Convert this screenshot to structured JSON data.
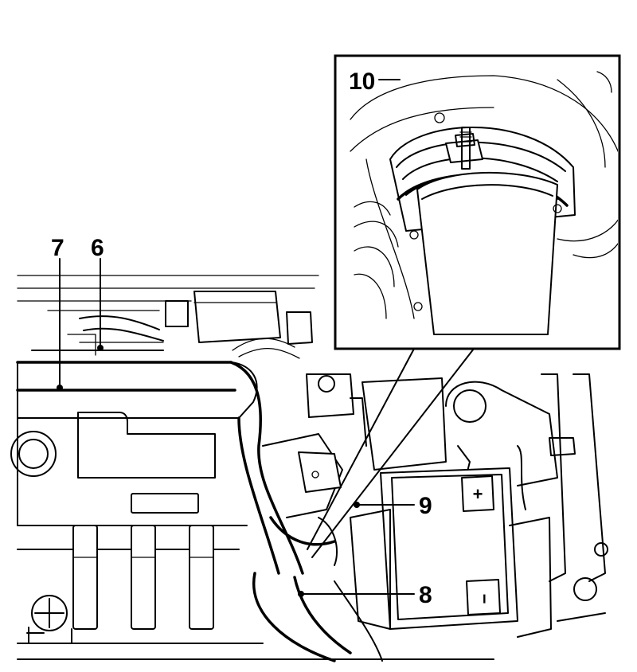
{
  "callouts": {
    "c6": "6",
    "c7": "7",
    "c8": "8",
    "c9": "9",
    "c10": "10"
  },
  "battery": {
    "positive_symbol": "+",
    "negative_symbol": "−"
  }
}
